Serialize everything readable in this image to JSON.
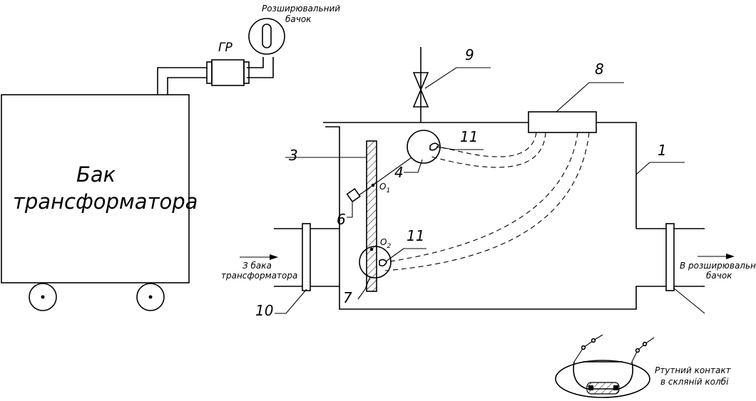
{
  "transformer_tank": {
    "line1": "Бак",
    "line2": "трансформатора"
  },
  "gas_relay_label": "ГР",
  "expansion_tank_label": {
    "line1": "Розширювальний",
    "line2": "бачок"
  },
  "inlet_label": {
    "line1": "З бака",
    "line2": "трансформатора"
  },
  "outlet_label": {
    "line1": "В розширювальний",
    "line2": "бачок"
  },
  "mercury_contact_label": {
    "line1": "Ртутний контакт",
    "line2": "в скляній колбі"
  },
  "callouts": {
    "n1": "1",
    "n3": "3",
    "n4": "4",
    "n6": "6",
    "n7": "7",
    "n8": "8",
    "n9": "9",
    "n10": "10",
    "n11_top": "11",
    "n11_bottom": "11"
  },
  "pivots": {
    "o1": "O",
    "o1_sub": "1",
    "o2": "O",
    "o2_sub": "2"
  }
}
